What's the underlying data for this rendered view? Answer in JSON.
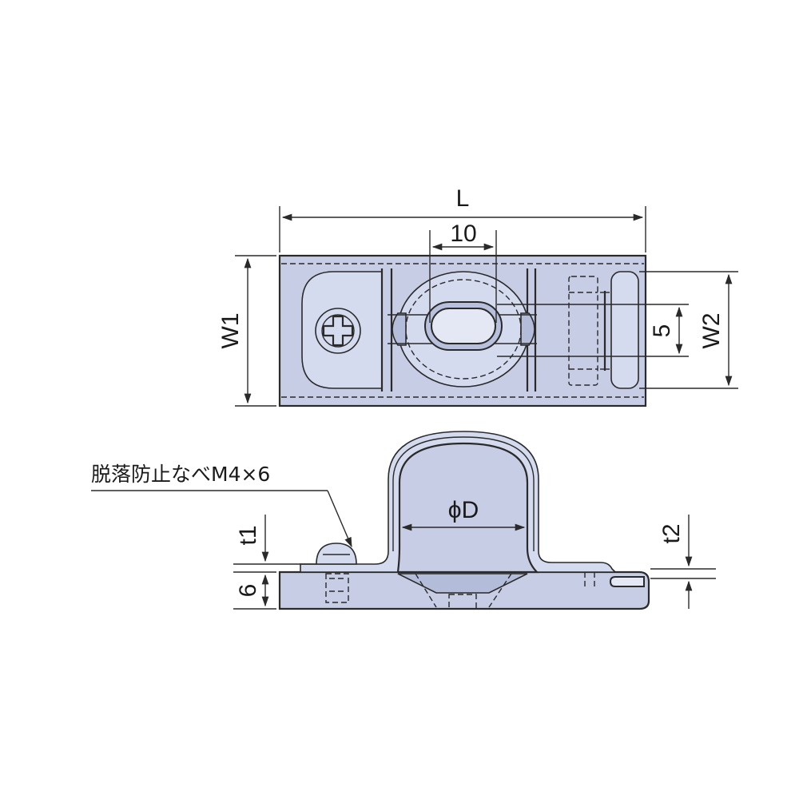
{
  "dimensions": {
    "length": "L",
    "slot_length": "10",
    "width_total": "W1",
    "slot_width": "5",
    "width_inner": "W2",
    "diameter": "ϕD",
    "thickness_screw": "t1",
    "thickness_band": "t2",
    "base_height": "6"
  },
  "notes": {
    "screw_callout": "脱落防止なべM4×6"
  },
  "colors": {
    "part_fill": "#c6cde4",
    "line": "#2a2a2a"
  }
}
